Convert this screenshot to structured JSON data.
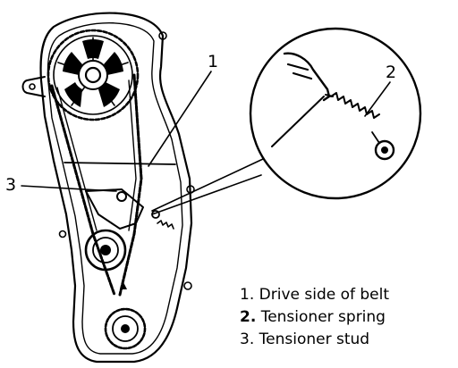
{
  "callouts": {
    "one": "1",
    "two": "2",
    "three": "3"
  },
  "legend": [
    {
      "number": "1.",
      "text": "Drive side of belt"
    },
    {
      "number": "2.",
      "text": "Tensioner spring"
    },
    {
      "number": "3.",
      "text": "Tensioner stud"
    }
  ],
  "colors": {
    "ink": "#000000",
    "paper": "#ffffff"
  }
}
